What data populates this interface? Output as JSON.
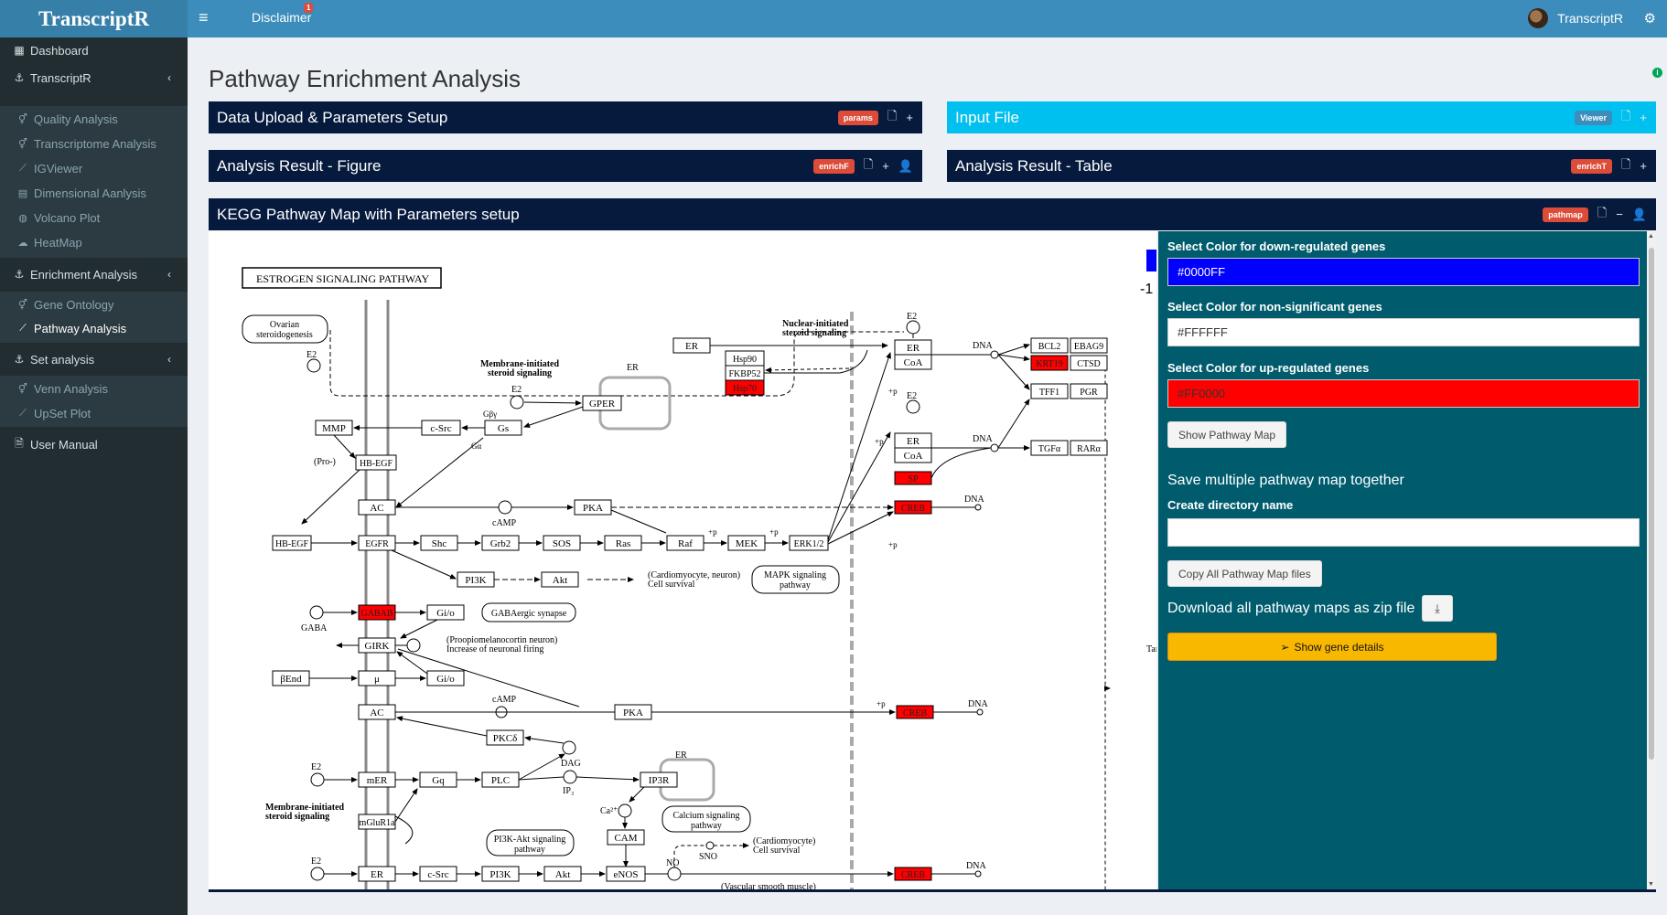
{
  "app": {
    "logo": "TranscriptR"
  },
  "header": {
    "menu_icon": "hamburger-icon",
    "disclaimer": "Disclaimer",
    "disclaimer_badge": "1",
    "user": "TranscriptR"
  },
  "sidebar": {
    "dashboard": "Dashboard",
    "transcriptr": "TranscriptR",
    "transcriptr_items": [
      "Quality Analysis",
      "Transcriptome Analysis",
      "IGViewer",
      "Dimensional Aanlysis",
      "Volcano Plot",
      "HeatMap"
    ],
    "enrichment": "Enrichment Analysis",
    "enrichment_items": [
      "Gene Ontology",
      "Pathway Analysis"
    ],
    "set_analysis": "Set analysis",
    "set_items": [
      "Venn Analysis",
      "UpSet Plot"
    ],
    "manual": "User Manual"
  },
  "page": {
    "title": "Pathway Enrichment Analysis"
  },
  "boxes": {
    "upload": {
      "title": "Data Upload & Parameters Setup",
      "label": "params"
    },
    "input": {
      "title": "Input File",
      "label": "Viewer"
    },
    "figure": {
      "title": "Analysis Result - Figure",
      "label": "enrichF"
    },
    "table": {
      "title": "Analysis Result - Table",
      "label": "enrichT"
    },
    "kegg": {
      "title": "KEGG Pathway Map with Parameters setup",
      "label": "pathmap"
    }
  },
  "kegg_map": {
    "title": "ESTROGEN SIGNALING PATHWAY",
    "legend_value": "-1",
    "nodes": {
      "ovarian": [
        "Ovarian",
        "steroidogenesis"
      ],
      "e2": "E2",
      "er": "ER",
      "gper": "GPER",
      "mmp": "MMP",
      "csrc": "c-Src",
      "gs": "Gs",
      "gbg": "Gβγ",
      "ga": "Gα",
      "prohbegf": "(Pro-)",
      "hbegf": "HB-EGF",
      "ac": "AC",
      "camp": "cAMP",
      "pka": "PKA",
      "egfr": "EGFR",
      "shc": "Shc",
      "grb2": "Grb2",
      "sos": "SOS",
      "ras": "Ras",
      "raf": "Raf",
      "mek": "MEK",
      "erk": "ERK1/2",
      "pi3k": "PI3K",
      "akt": "Akt",
      "cardio": [
        "(Cardiomyocyte, neuron)",
        "Cell survival"
      ],
      "mapk": [
        "MAPK signaling",
        "pathway"
      ],
      "gaba": "GABA",
      "gabab": "GABAB",
      "gio": "Gi/o",
      "gabasyn": "GABAergic synapse",
      "girk": "GIRK",
      "pomc": [
        "(Proopiomelanocortin neuron)",
        "Increase of neuronal  firing"
      ],
      "bend": "βEnd",
      "mu": "μ",
      "pkc": "PKCδ",
      "dag": "DAG",
      "mer": "mER",
      "gq": "Gq",
      "plc": "PLC",
      "ip3": "IP₃",
      "ip3r": "IP3R",
      "ca": "Ca²⁺",
      "cam": "CAM",
      "calcium": [
        "Calcium signaling",
        "pathway"
      ],
      "mglur": "mGluR1a",
      "pi3kakt": [
        "PI3K-Akt signaling",
        "pathway"
      ],
      "enos": "eNOS",
      "no": "NO",
      "sno": "SNO",
      "cardio2": [
        "(Cardiomyocyte)",
        "Cell survival"
      ],
      "membrane": [
        "Membrane-initiated",
        "steroid signaling"
      ],
      "nuclear": [
        "Nuclear-initiated",
        "steroid signaling"
      ],
      "hsp90": "Hsp90",
      "fkbp": "FKBP52",
      "hsp70": "Hsp70",
      "coa": "CoA",
      "dna": "DNA",
      "bcl2": "BCL2",
      "ebag9": "EBAG9",
      "krt19": "KRT19",
      "ctsd": "CTSD",
      "tff1": "TFF1",
      "pgr": "PGR",
      "tgfa": "TGFα",
      "rara": "RARα",
      "sp": "SP",
      "creb": "CREB",
      "vasc": "(Vascular smooth muscle)",
      "p": "+p",
      "tar": "Tar"
    }
  },
  "settings": {
    "down_label": "Select Color for down-regulated genes",
    "down_value": "#0000FF",
    "ns_label": "Select Color for non-significant genes",
    "ns_value": "#FFFFFF",
    "up_label": "Select Color for up-regulated genes",
    "up_value": "#FF0000",
    "show_map": "Show Pathway Map",
    "save_heading": "Save multiple pathway map together",
    "dir_label": "Create directory name",
    "dir_value": "",
    "copy_btn": "Copy All Pathway Map files",
    "download_text": "Download all pathway maps as zip file",
    "gene_btn": "Show gene details"
  },
  "colors": {
    "down": "#0000FF",
    "ns": "#FFFFFF",
    "up": "#FF0000",
    "accent": "#3c8dbc",
    "teal": "#005c6d"
  }
}
